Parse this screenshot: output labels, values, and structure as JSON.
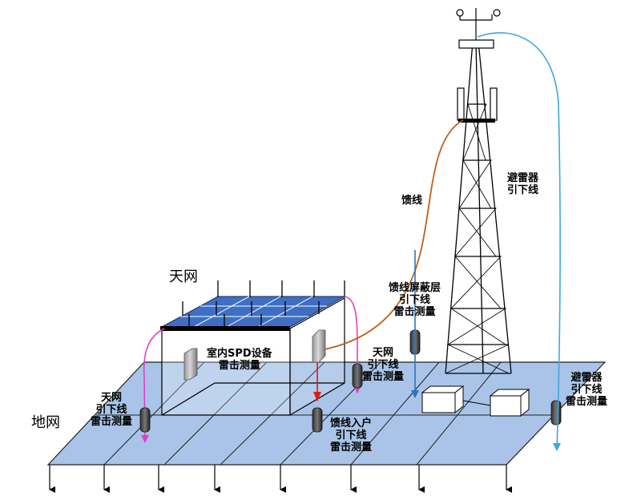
{
  "labels": {
    "sky_grid": "天网",
    "ground_grid": "地网",
    "feeder": "馈线",
    "tower_arrester_top_l1": "避雷器",
    "tower_arrester_top_l2": "引下线",
    "feeder_shield_l1": "馈线屏蔽层",
    "feeder_shield_l2": "引下线",
    "feeder_shield_l3": "雷击测量",
    "indoor_spd_l1": "室内SPD设备",
    "indoor_spd_l2": "雷击测量",
    "sky_down_right_l1": "天网",
    "sky_down_right_l2": "引下线",
    "sky_down_right_l3": "雷击测量",
    "sky_down_left_l1": "天网",
    "sky_down_left_l2": "引下线",
    "sky_down_left_l3": "雷击测量",
    "feeder_entry_l1": "馈线入户",
    "feeder_entry_l2": "引下线",
    "feeder_entry_l3": "雷击测量",
    "arrester_ground_l1": "避雷器",
    "arrester_ground_l2": "引下线",
    "arrester_ground_l3": "雷击测量"
  },
  "colors": {
    "ground_plane": "#a9c4e8",
    "roof_panel": "#3f6fc4",
    "magenta_line": "#e040c8",
    "feeder_brown": "#c0601a",
    "cyan_line": "#3aa8e0",
    "blue_line": "#2e73c8",
    "red_line": "#e01818"
  }
}
